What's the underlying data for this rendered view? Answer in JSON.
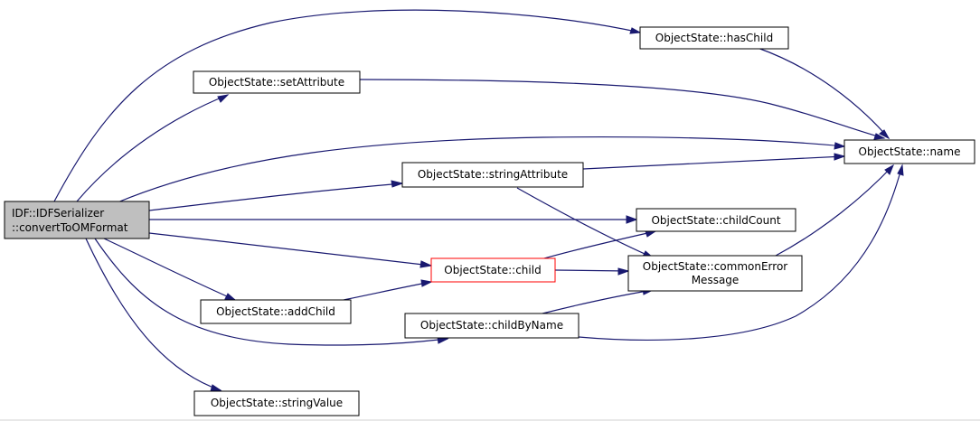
{
  "colors": {
    "edge": "#191970",
    "node_border": "#000000",
    "root_fill": "#bfbfbf",
    "node_fill": "#ffffff",
    "highlight_border": "#ff0000"
  },
  "nodes": {
    "root": {
      "line1": "IDF::IDFSerializer",
      "line2": "::convertToOMFormat"
    },
    "has_child": {
      "label": "ObjectState::hasChild"
    },
    "set_attribute": {
      "label": "ObjectState::setAttribute"
    },
    "name": {
      "label": "ObjectState::name"
    },
    "string_attribute": {
      "label": "ObjectState::stringAttribute"
    },
    "child_count": {
      "label": "ObjectState::childCount"
    },
    "child": {
      "label": "ObjectState::child"
    },
    "common_error_message": {
      "line1": "ObjectState::commonError",
      "line2": "Message"
    },
    "add_child": {
      "label": "ObjectState::addChild"
    },
    "child_by_name": {
      "label": "ObjectState::childByName"
    },
    "string_value": {
      "label": "ObjectState::stringValue"
    }
  },
  "edges": [
    {
      "from": "root",
      "to": "has_child"
    },
    {
      "from": "root",
      "to": "set_attribute"
    },
    {
      "from": "root",
      "to": "name"
    },
    {
      "from": "root",
      "to": "string_attribute"
    },
    {
      "from": "root",
      "to": "child_count"
    },
    {
      "from": "root",
      "to": "child"
    },
    {
      "from": "root",
      "to": "add_child"
    },
    {
      "from": "root",
      "to": "child_by_name"
    },
    {
      "from": "root",
      "to": "string_value"
    },
    {
      "from": "has_child",
      "to": "name"
    },
    {
      "from": "set_attribute",
      "to": "name"
    },
    {
      "from": "string_attribute",
      "to": "name"
    },
    {
      "from": "string_attribute",
      "to": "common_error_message"
    },
    {
      "from": "child",
      "to": "child_count"
    },
    {
      "from": "child",
      "to": "common_error_message"
    },
    {
      "from": "add_child",
      "to": "child"
    },
    {
      "from": "child_by_name",
      "to": "common_error_message"
    },
    {
      "from": "child_by_name",
      "to": "name"
    },
    {
      "from": "common_error_message",
      "to": "name"
    }
  ]
}
